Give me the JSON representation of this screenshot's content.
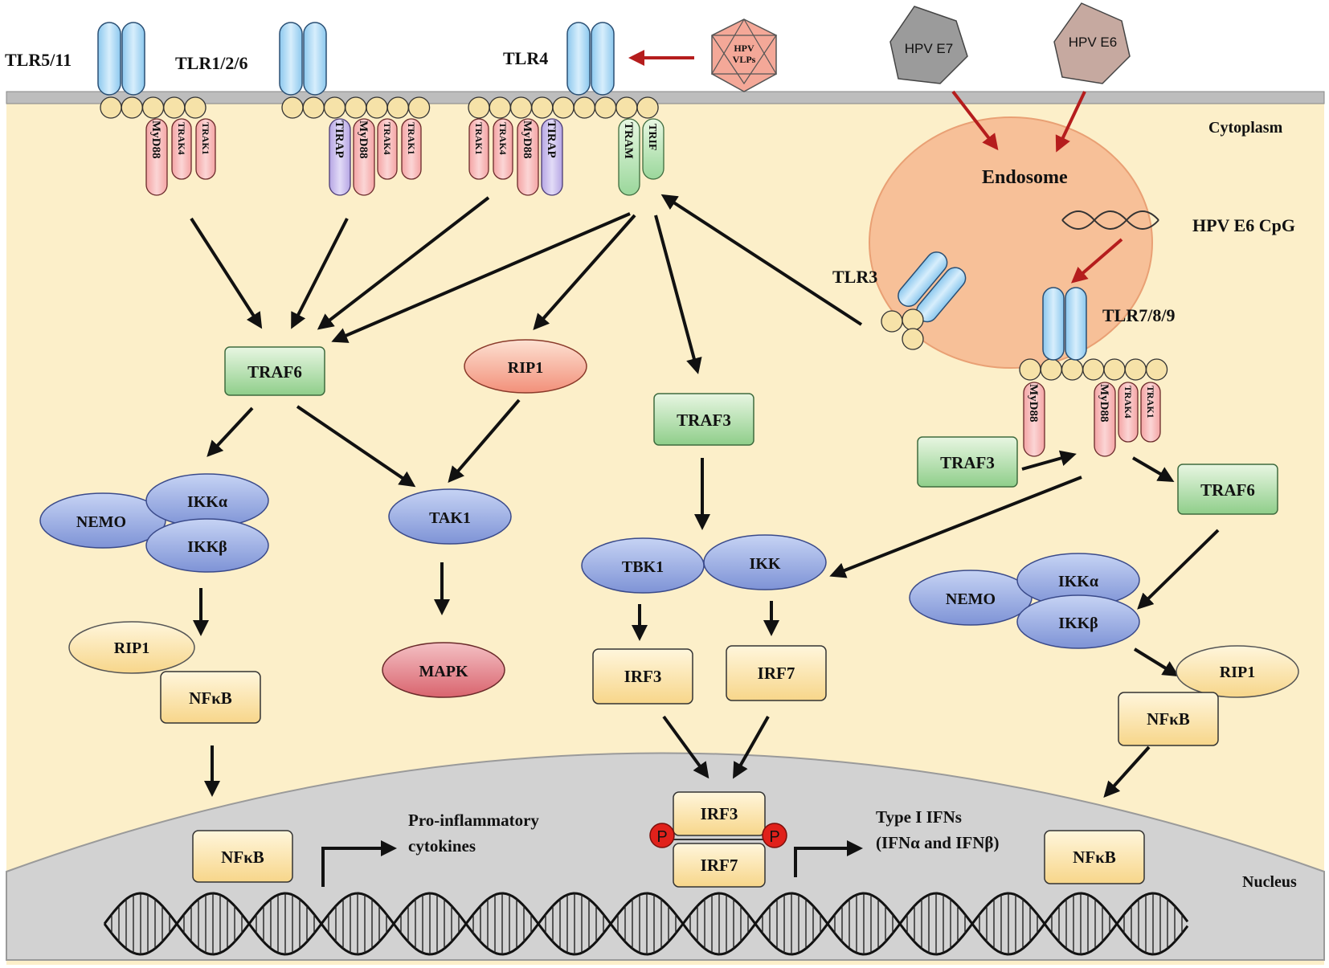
{
  "labels": {
    "tlr5_11": "TLR5/11",
    "tlr1_2_6": "TLR1/2/6",
    "tlr4": "TLR4",
    "hpv_vlps_1": "HPV",
    "hpv_vlps_2": "VLPs",
    "hpv_e7": "HPV E7",
    "hpv_e6": "HPV E6",
    "cytoplasm": "Cytoplasm",
    "endosome": "Endosome",
    "hpv_e6_cpg": "HPV E6 CpG",
    "tlr3": "TLR3",
    "tlr7_8_9": "TLR7/8/9",
    "nucleus": "Nucleus",
    "pro_inflammatory_1": "Pro-inflammatory",
    "pro_inflammatory_2": "cytokines",
    "type1_ifns_1": "Type I IFNs",
    "type1_ifns_2": "(IFNα and IFNβ)",
    "phospho": "P"
  },
  "adaptors": {
    "myd88": "MyD88",
    "trak4": "TRAK4",
    "trak1": "TRAK1",
    "tirap": "TIRAP",
    "tram": "TRAM",
    "trif": "TRIF"
  },
  "nodes": {
    "traf6_left": "TRAF6",
    "rip1_mid": "RIP1",
    "traf3_mid": "TRAF3",
    "traf3_right": "TRAF3",
    "traf6_right": "TRAF6",
    "nemo_left": "NEMO",
    "ikka_left": "IKKα",
    "ikkb_left": "IKKβ",
    "tak1": "TAK1",
    "mapk": "MAPK",
    "tbk1": "TBK1",
    "ikk": "IKK",
    "rip1_left": "RIP1",
    "nfkb_left": "NFκB",
    "irf3": "IRF3",
    "irf7": "IRF7",
    "nemo_right": "NEMO",
    "ikka_right": "IKKα",
    "ikkb_right": "IKKβ",
    "rip1_right": "RIP1",
    "nfkb_right": "NFκB",
    "nfkb_nuc_left": "NFκB",
    "irf3_nuc": "IRF3",
    "irf7_nuc": "IRF7",
    "nfkb_nuc_right": "NFκB"
  },
  "colors": {
    "cytoplasm": "#fcefc9",
    "nucleus": "#d2d2d2",
    "membrane": "#bdbdbd",
    "endosome": "#f7be96",
    "receptor": "#a9d8f5",
    "red_arrow": "#b51d1d"
  }
}
